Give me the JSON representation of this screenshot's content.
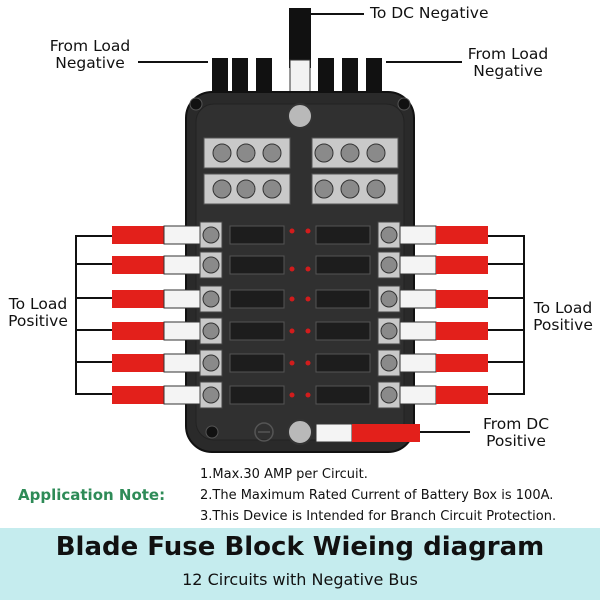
{
  "labels": {
    "to_dc_negative": "To DC Negative",
    "from_load_negative_left": [
      "From Load",
      "Negative"
    ],
    "from_load_negative_right": [
      "From Load",
      "Negative"
    ],
    "to_load_positive_left": [
      "To Load",
      "Positive"
    ],
    "to_load_positive_right": [
      "To Load",
      "Positive"
    ],
    "from_dc_positive": [
      "From DC",
      "Positive"
    ]
  },
  "notes": {
    "heading": "Application Note:",
    "items": [
      "1.Max.30 AMP per Circuit.",
      "2.The Maximum Rated Current of Battery Box is 100A.",
      "3.This Device is Intended for Branch Circuit Protection."
    ]
  },
  "footer": {
    "title": "Blade Fuse Block Wieing diagram",
    "subtitle": "12 Circuits with Negative Bus"
  },
  "colors": {
    "block_body": "#2a2a2a",
    "block_edge": "#111111",
    "wire_red": "#e3201b",
    "wire_black": "#111111",
    "terminal_metal": "#c9c9c9",
    "led_red": "#d21c1c",
    "note_green": "#2e8b57",
    "footer_bg": "#c5ecee"
  }
}
